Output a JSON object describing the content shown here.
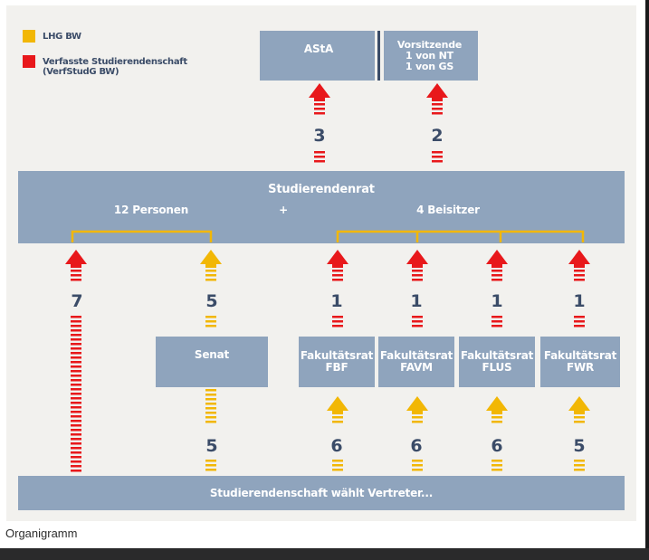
{
  "legend": {
    "items": [
      {
        "label": "LHG BW",
        "color": "#f2b705"
      },
      {
        "label": "Verfasste Studierendenschaft",
        "label2": "(VerfStudG BW)",
        "color": "#e8181b"
      }
    ]
  },
  "top": {
    "asta": "AStA",
    "vorsitz_line1": "Vorsitzende",
    "vorsitz_line2": "1 von NT",
    "vorsitz_line3": "1 von GS",
    "asta_count": "3",
    "vorsitz_count": "2"
  },
  "rat": {
    "title": "Studierendenrat",
    "left": "12 Personen",
    "plus": "+",
    "right": "4 Beisitzer"
  },
  "columns": [
    {
      "id": "direct",
      "upper_count": "7",
      "color": "red"
    },
    {
      "id": "senat",
      "upper_count": "5",
      "box": "Senat",
      "lower_count": "5",
      "color": "yellow"
    },
    {
      "id": "fbf",
      "upper_count": "1",
      "box_line1": "Fakultätsrat",
      "box_line2": "FBF",
      "lower_count": "6"
    },
    {
      "id": "favm",
      "upper_count": "1",
      "box_line1": "Fakultätsrat",
      "box_line2": "FAVM",
      "lower_count": "6"
    },
    {
      "id": "flus",
      "upper_count": "1",
      "box_line1": "Fakultätsrat",
      "box_line2": "FLUS",
      "lower_count": "6"
    },
    {
      "id": "fwr",
      "upper_count": "1",
      "box_line1": "Fakultätsrat",
      "box_line2": "FWR",
      "lower_count": "5"
    }
  ],
  "bottom": "Studierendenschaft wählt Vertreter...",
  "caption": "Organigramm",
  "colors": {
    "box": "#8fa4bd",
    "red": "#e8181b",
    "yellow": "#f2b705",
    "text": "#3b4c68",
    "background": "#f2f1ee"
  }
}
